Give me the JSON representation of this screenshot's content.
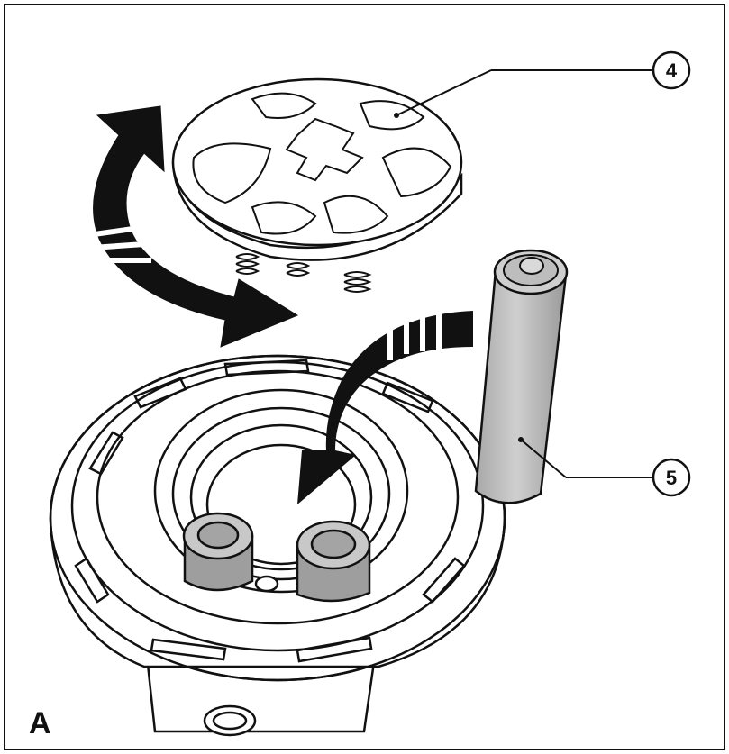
{
  "figure": {
    "panel_label": "A",
    "callouts": [
      {
        "number": "4"
      },
      {
        "number": "5"
      }
    ]
  },
  "colors": {
    "line": "#111111",
    "battery_fill": "#bdbdbd",
    "battery_shade": "#9e9e9e",
    "arrow_fill": "#111111",
    "background": "#ffffff"
  }
}
